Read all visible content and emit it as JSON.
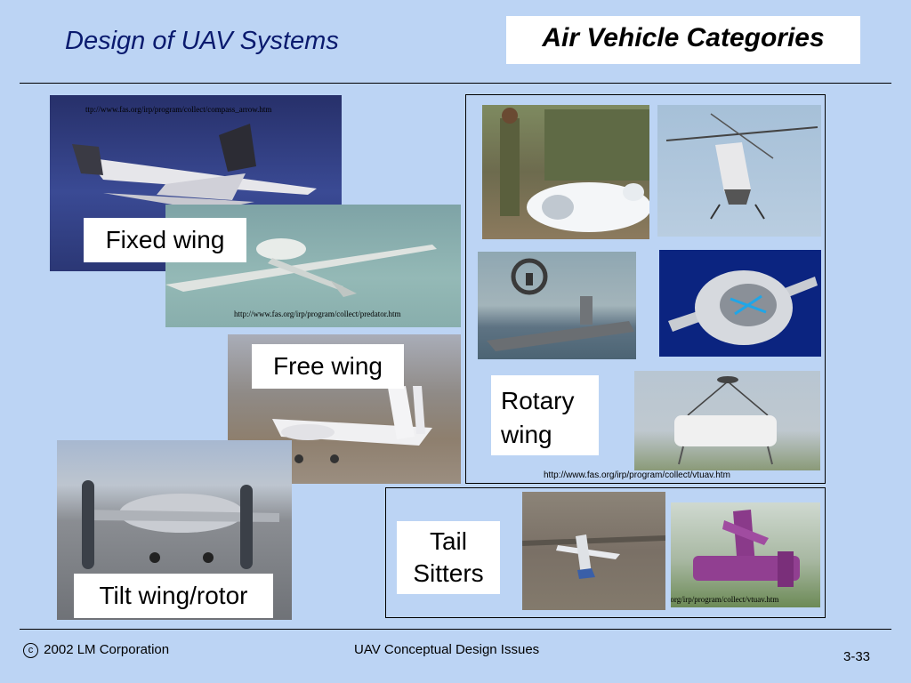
{
  "header": {
    "title": "Design of UAV Systems",
    "category_title": "Air Vehicle Categories"
  },
  "labels": {
    "fixed_wing": "Fixed wing",
    "free_wing": "Free wing",
    "tilt_wing": "Tilt wing/rotor",
    "rotary_wing_line1": "Rotary",
    "rotary_wing_line2": "wing",
    "tail_sitters_line1": "Tail",
    "tail_sitters_line2": "Sitters"
  },
  "urls": {
    "compass_arrow": "ttp://www.fas.org/irp/program/collect/compass_arrow.htm",
    "predator": "http://www.fas.org/irp/program/collect/predator.htm",
    "vtuav": "http://www.fas.org/irp/program/collect/vtuav.htm",
    "vtuav_tail": "http://www.fas.org/irp/program/collect/vtuav.htm"
  },
  "footer": {
    "copyright_symbol": "c",
    "copyright": "2002 LM Corporation",
    "center": "UAV Conceptual Design Issues",
    "page": "3-33"
  }
}
